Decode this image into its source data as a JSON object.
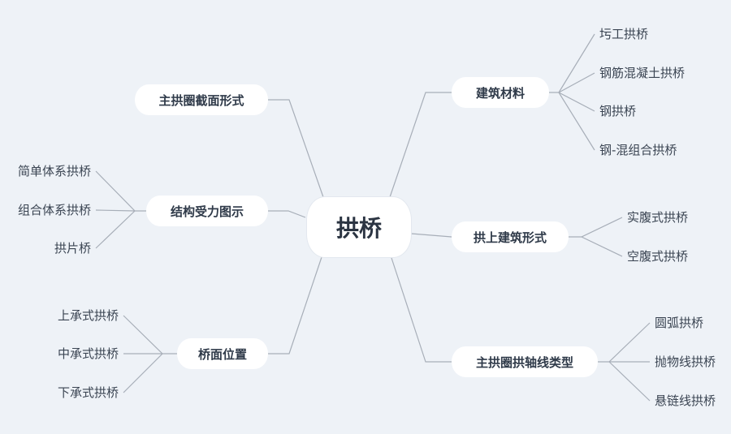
{
  "root": {
    "label": "拱桥"
  },
  "branches": {
    "material": {
      "label": "建筑材料",
      "leaves": [
        "圬工拱桥",
        "钢筋混凝土拱桥",
        "钢拱桥",
        "钢-混组合拱桥"
      ]
    },
    "superstructure": {
      "label": "拱上建筑形式",
      "leaves": [
        "实腹式拱桥",
        "空腹式拱桥"
      ]
    },
    "axis": {
      "label": "主拱圈拱轴线类型",
      "leaves": [
        "圆弧拱桥",
        "抛物线拱桥",
        "悬链线拱桥"
      ]
    },
    "section": {
      "label": "主拱圈截面形式"
    },
    "structure": {
      "label": "结构受力图示",
      "leaves": [
        "简单体系拱桥",
        "组合体系拱桥",
        "拱片桥"
      ]
    },
    "deck": {
      "label": "桥面位置",
      "leaves": [
        "上承式拱桥",
        "中承式拱桥",
        "下承式拱桥"
      ]
    }
  }
}
